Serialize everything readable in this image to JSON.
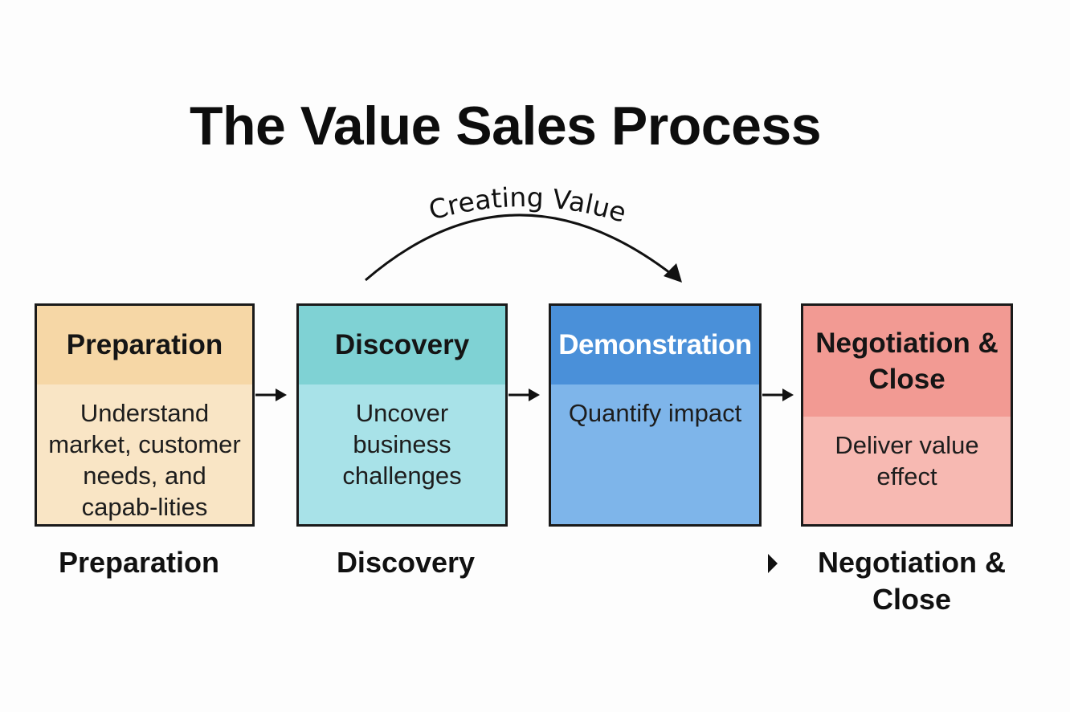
{
  "title": "The Value Sales Process",
  "arc_label": "Creating Value",
  "stages": [
    {
      "heading": "Preparation",
      "body": "Understand market, customer needs, and capab-lities",
      "color_head": "#f6d7a6",
      "color_body": "#f9e5c5"
    },
    {
      "heading": "Discovery",
      "body": "Uncover business challenges",
      "color_head": "#7fd2d4",
      "color_body": "#a8e2e8"
    },
    {
      "heading": "Demonstration",
      "body": "Quantify impact",
      "color_head": "#4a90d9",
      "color_body": "#7eb5ea"
    },
    {
      "heading": "Negotiation & Close",
      "body": "Deliver value effect",
      "color_head": "#f29a93",
      "color_body": "#f7b9b2"
    }
  ],
  "captions": {
    "preparation": "Preparation",
    "discovery": "Discovery",
    "negotiation": "Negotiation & Close"
  }
}
